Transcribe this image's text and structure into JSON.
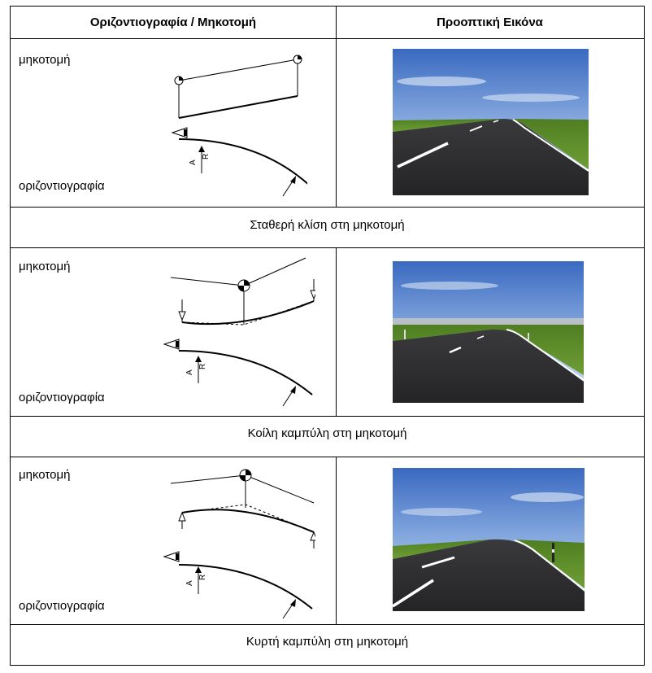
{
  "header": {
    "col1": "Οριζοντιογραφία / Μηκοτομή",
    "col2": "Προοπτική Εικόνα"
  },
  "rows": [
    {
      "label_top": "μηκοτομή",
      "label_bottom": "οριζοντιογραφία",
      "caption": "Σταθερή κλίση στη μηκοτομή",
      "markA": "A",
      "markR": "R"
    },
    {
      "label_top": "μηκοτομή",
      "label_bottom": "οριζοντιογραφία",
      "caption": "Κοίλη καμπύλη στη μηκοτομή",
      "markA": "A",
      "markR": "R"
    },
    {
      "label_top": "μηκοτομή",
      "label_bottom": "οριζοντιογραφία",
      "caption": "Κυρτή καμπύλη στη μηκοτομή",
      "markA": "A",
      "markR": "R"
    }
  ],
  "colors": {
    "sky_top": "#3d6fc4",
    "sky_bottom": "#c9dbf1",
    "grass": "#5f8f2a",
    "asphalt": "#2f2f31"
  }
}
